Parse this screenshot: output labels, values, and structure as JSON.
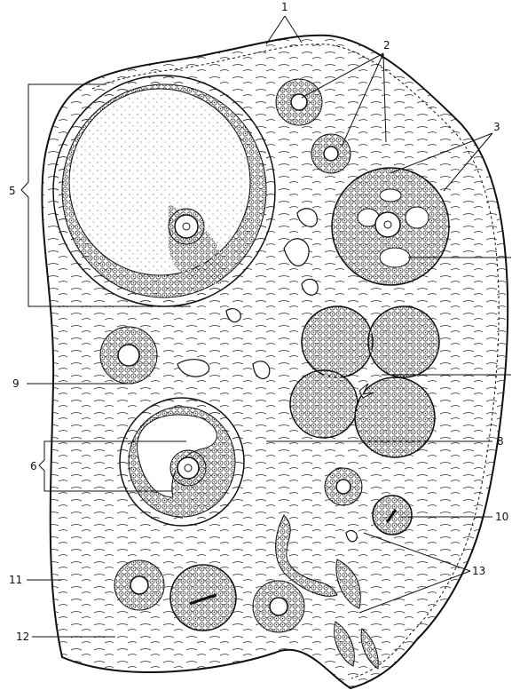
{
  "figure": {
    "stroke_color": "#111111",
    "background": "#ffffff",
    "labels": [
      "1",
      "2",
      "3",
      "5",
      "6",
      "8",
      "9",
      "10",
      "11",
      "12",
      "13"
    ]
  }
}
